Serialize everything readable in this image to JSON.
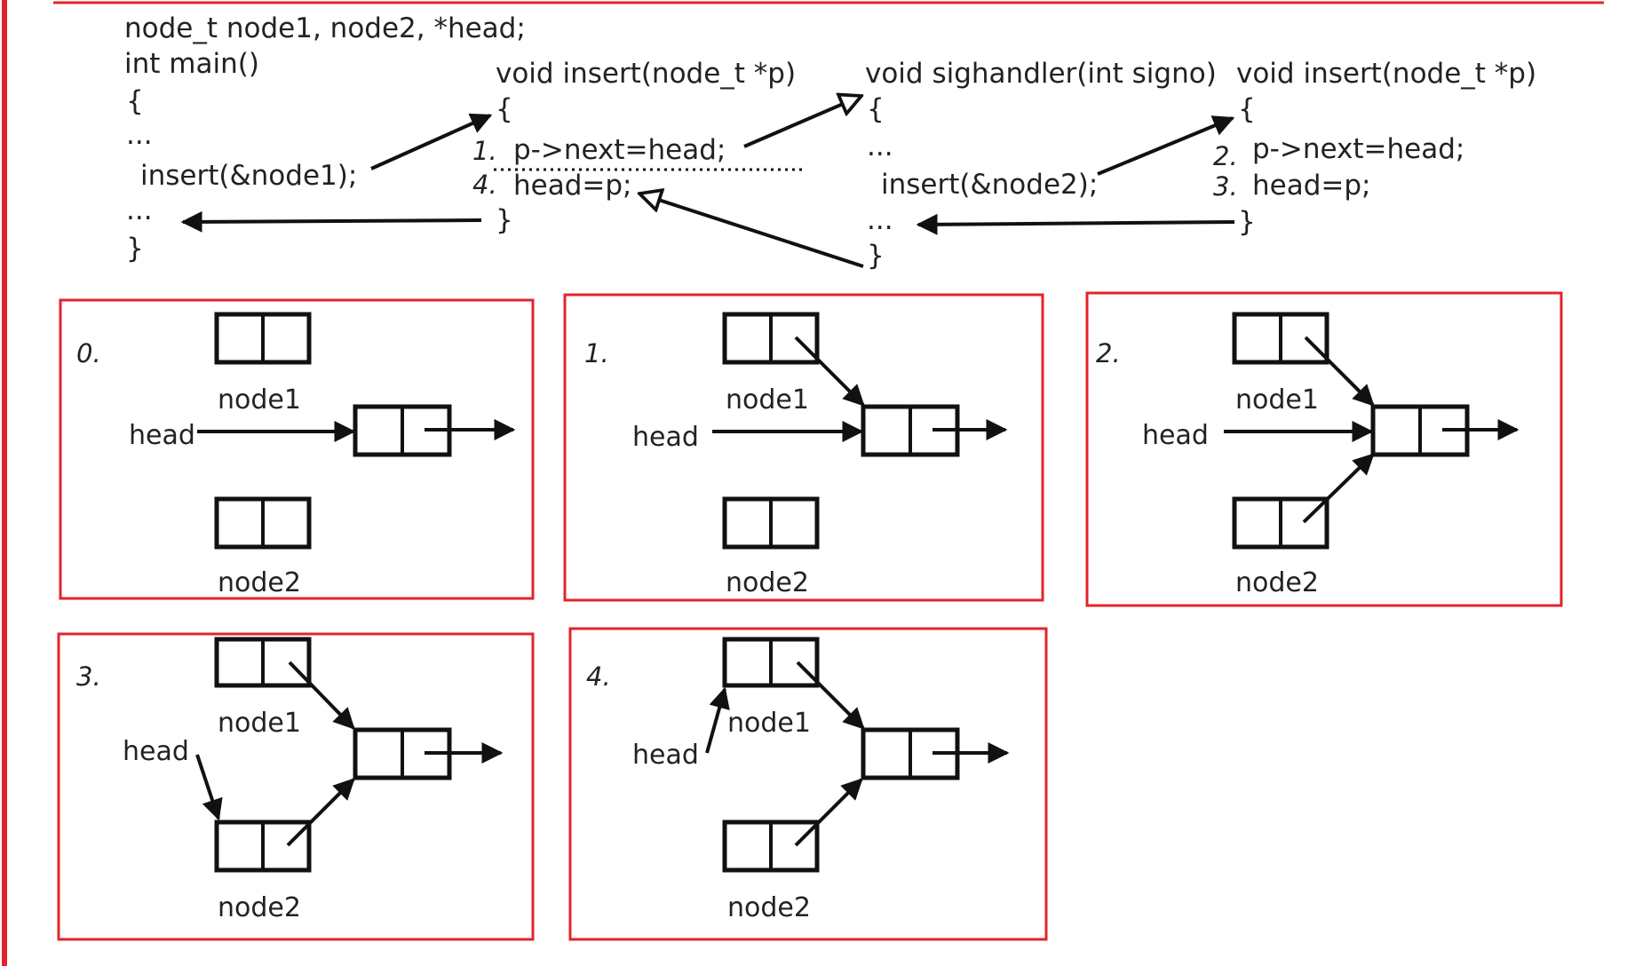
{
  "main_code": {
    "decl": "node_t node1, node2, *head;",
    "sig": "int main()",
    "open": "{",
    "ellipsis1": "...",
    "call": "insert(&node1);",
    "ellipsis2": "...",
    "close": "}"
  },
  "insert_first": {
    "sig": "void insert(node_t *p)",
    "open": "{",
    "step_a_num": "1.",
    "step_a_code": "p->next=head;",
    "step_b_num": "4.",
    "step_b_code": "head=p;",
    "close": "}"
  },
  "sighandler": {
    "sig": "void sighandler(int signo)",
    "open": "{",
    "ellipsis1": "...",
    "call": "insert(&node2);",
    "ellipsis2": "...",
    "close": "}"
  },
  "insert_second": {
    "sig": "void insert(node_t *p)",
    "open": "{",
    "step_a_num": "2.",
    "step_a_code": "p->next=head;",
    "step_b_num": "3.",
    "step_b_code": "head=p;",
    "close": "}"
  },
  "panels": [
    {
      "step": "0.",
      "head_label": "head",
      "node1_label": "node1",
      "node2_label": "node2"
    },
    {
      "step": "1.",
      "head_label": "head",
      "node1_label": "node1",
      "node2_label": "node2"
    },
    {
      "step": "2.",
      "head_label": "head",
      "node1_label": "node1",
      "node2_label": "node2"
    },
    {
      "step": "3.",
      "head_label": "head",
      "node1_label": "node1",
      "node2_label": "node2"
    },
    {
      "step": "4.",
      "head_label": "head",
      "node1_label": "node1",
      "node2_label": "node2"
    }
  ],
  "colors": {
    "frame": "#e3242b",
    "ink": "#111111"
  }
}
